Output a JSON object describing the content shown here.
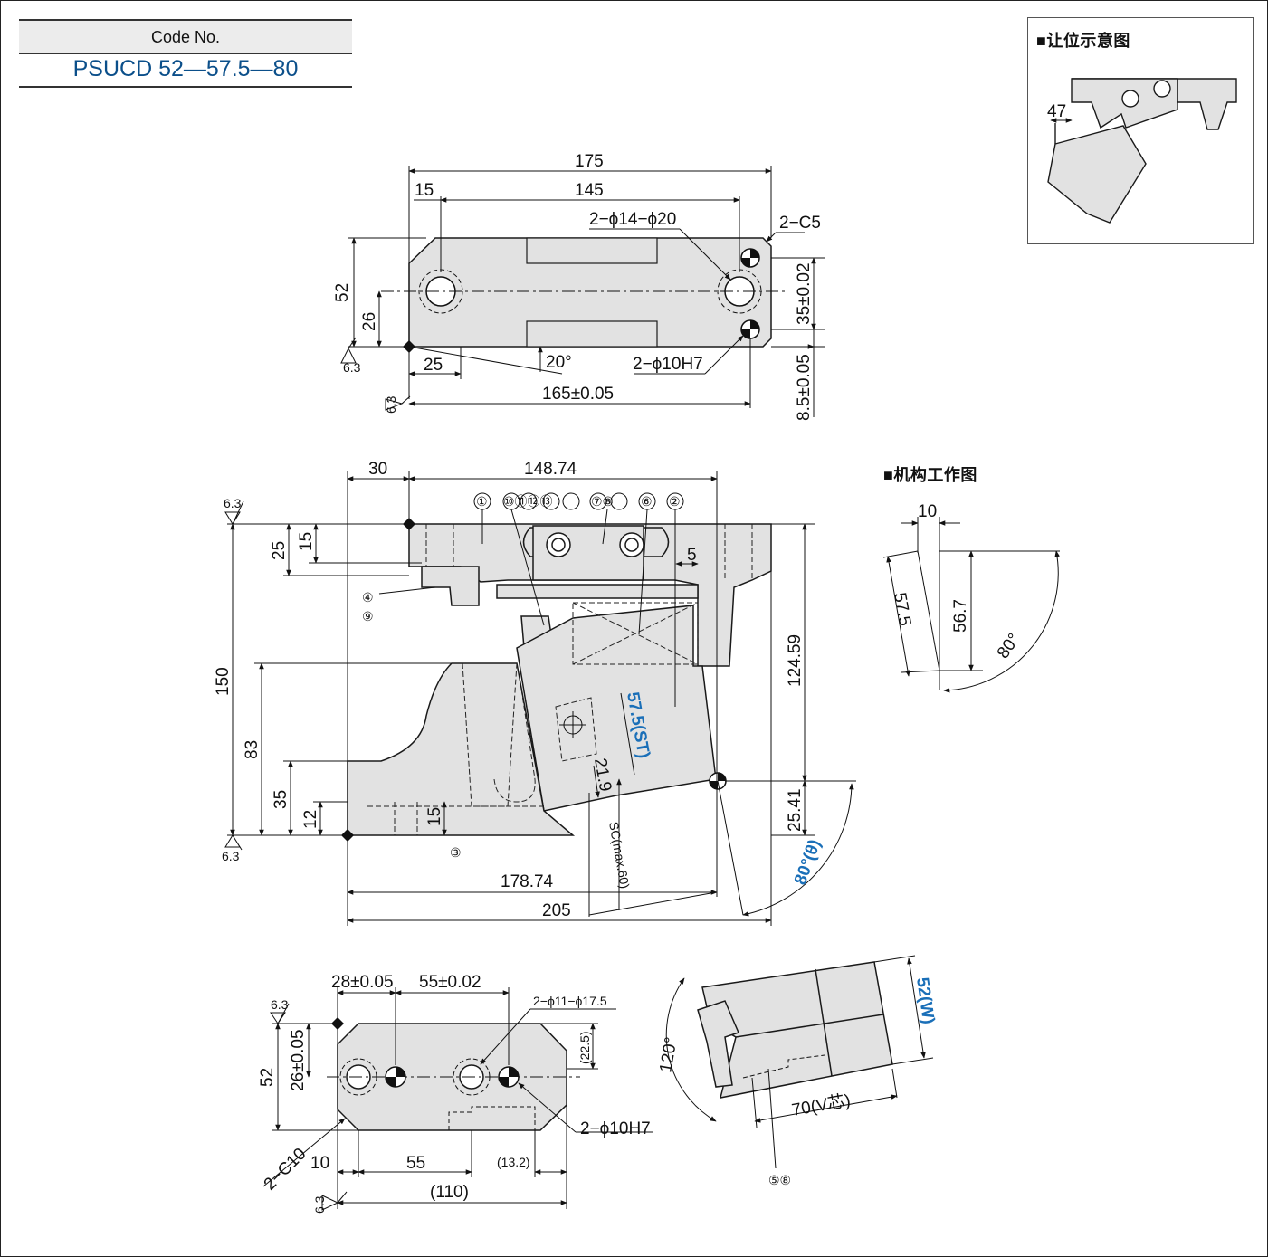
{
  "code": {
    "label": "Code No.",
    "value": "PSUCD 52—57.5—80"
  },
  "inset": {
    "title": "■让位示意图",
    "dim": "47"
  },
  "mechanism": {
    "title": "■机构工作图",
    "dims": [
      "10",
      "57.5",
      "56.7",
      "80°"
    ]
  },
  "top_view": {
    "dims": [
      "175",
      "15",
      "145",
      "2−ϕ14−ϕ20",
      "2−C5",
      "52",
      "26",
      "35±0.02",
      "20°",
      "2−ϕ10H7",
      "25",
      "165±0.05",
      "8.5±0.05"
    ],
    "roughness": [
      "6.3",
      "6.3"
    ]
  },
  "front_view": {
    "dims": [
      "30",
      "148.74",
      "5",
      "25",
      "15",
      "150",
      "83",
      "35",
      "12",
      "15",
      "124.59",
      "25.41",
      "21.9",
      "SC(max.60)",
      "178.74",
      "205"
    ],
    "blue_labels": [
      "57.5(ST)",
      "80°(θ)"
    ],
    "balloons": [
      "①",
      "⑩⑪⑫⑬",
      "⑦⑧",
      "⑥",
      "②",
      "④",
      "⑨",
      "③"
    ],
    "roughness": [
      "6.3",
      "6.3"
    ]
  },
  "bottom_view": {
    "dims": [
      "28±0.05",
      "55±0.02",
      "2−ϕ11−ϕ17.5",
      "(22.5)",
      "52",
      "26±0.05",
      "2−ϕ10H7",
      "2−C10",
      "10",
      "55",
      "(13.2)",
      "(110)"
    ],
    "roughness": [
      "6.3",
      "6.3"
    ]
  },
  "side_view": {
    "dims": [
      "120°",
      "70(V芯)"
    ],
    "blue_label": "52(W)",
    "balloons": "⑤⑧"
  },
  "colors": {
    "fill": "#e2e2e2",
    "stroke": "#1a1a1a",
    "blue": "#1a6fb8",
    "code": "#0b4f8a"
  }
}
